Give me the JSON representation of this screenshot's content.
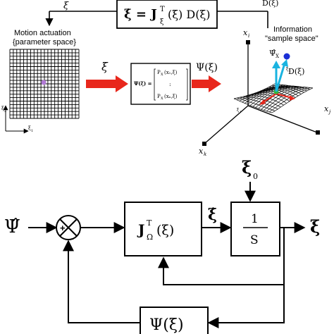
{
  "colors": {
    "ink": "#000000",
    "red_arrow": "#e8271c",
    "cyan_arrow": "#19b3e0",
    "blue_dot": "#1a2fd6",
    "purple_dot": "#b27ad6",
    "green_dot": "#2fb83a"
  },
  "top": {
    "feedback_label_left": "ξ",
    "feedback_label_right": "D(ξ)",
    "equation_lhs": "ξ̇ = J",
    "equation_sup": "T",
    "equation_sub": "ξ",
    "equation_rhs": "(ξ) D(ξ)",
    "motion_title": "Motion actuation",
    "motion_subtitle": "{parameter space}",
    "xi_input": "ξ",
    "psi_out": "Ψ(ξ)",
    "matrix_lhs": "Ψ(ξ) =",
    "matrix_row1": "P",
    "matrix_row1_sub": "X",
    "matrix_row1_arg": "(x₁,ξ)",
    "matrix_dots": ":",
    "matrix_row2": "P",
    "matrix_row2_sub": "X",
    "matrix_row2_arg": "(xₙ,ξ)",
    "info_title": "Information",
    "info_subtitle": "\"sample space\"",
    "axis_xi": "x",
    "axis_xi_sub": "i",
    "axis_xj": "x",
    "axis_xj_sub": "j",
    "axis_xk": "x",
    "axis_xk_sub": "k",
    "psi_hat_x": "Ψ̂",
    "psi_hat_x_sub": "X",
    "d_xi": "D(ξ)",
    "grid_axis_y": "ξ",
    "grid_axis_y_sub": "2",
    "grid_axis_x": "ξ",
    "grid_axis_x_sub": "1",
    "surf_xi1": "ξ",
    "surf_xi1_sub": "1",
    "surf_xi2": "ξ",
    "surf_xi2_sub": "2"
  },
  "bottom": {
    "input_label": "Ψ̂",
    "plus": "+",
    "minus": "-",
    "jacobian_label": "J",
    "jacobian_sup": "T",
    "jacobian_sub": "Ω",
    "jacobian_arg": "(ξ)",
    "xidot_label": "ξ̇",
    "xi0_label": "ξ",
    "xi0_sub": "0",
    "integrator_num": "1",
    "integrator_den": "S",
    "output_label": "ξ",
    "psi_block_label": "Ψ(ξ)"
  }
}
